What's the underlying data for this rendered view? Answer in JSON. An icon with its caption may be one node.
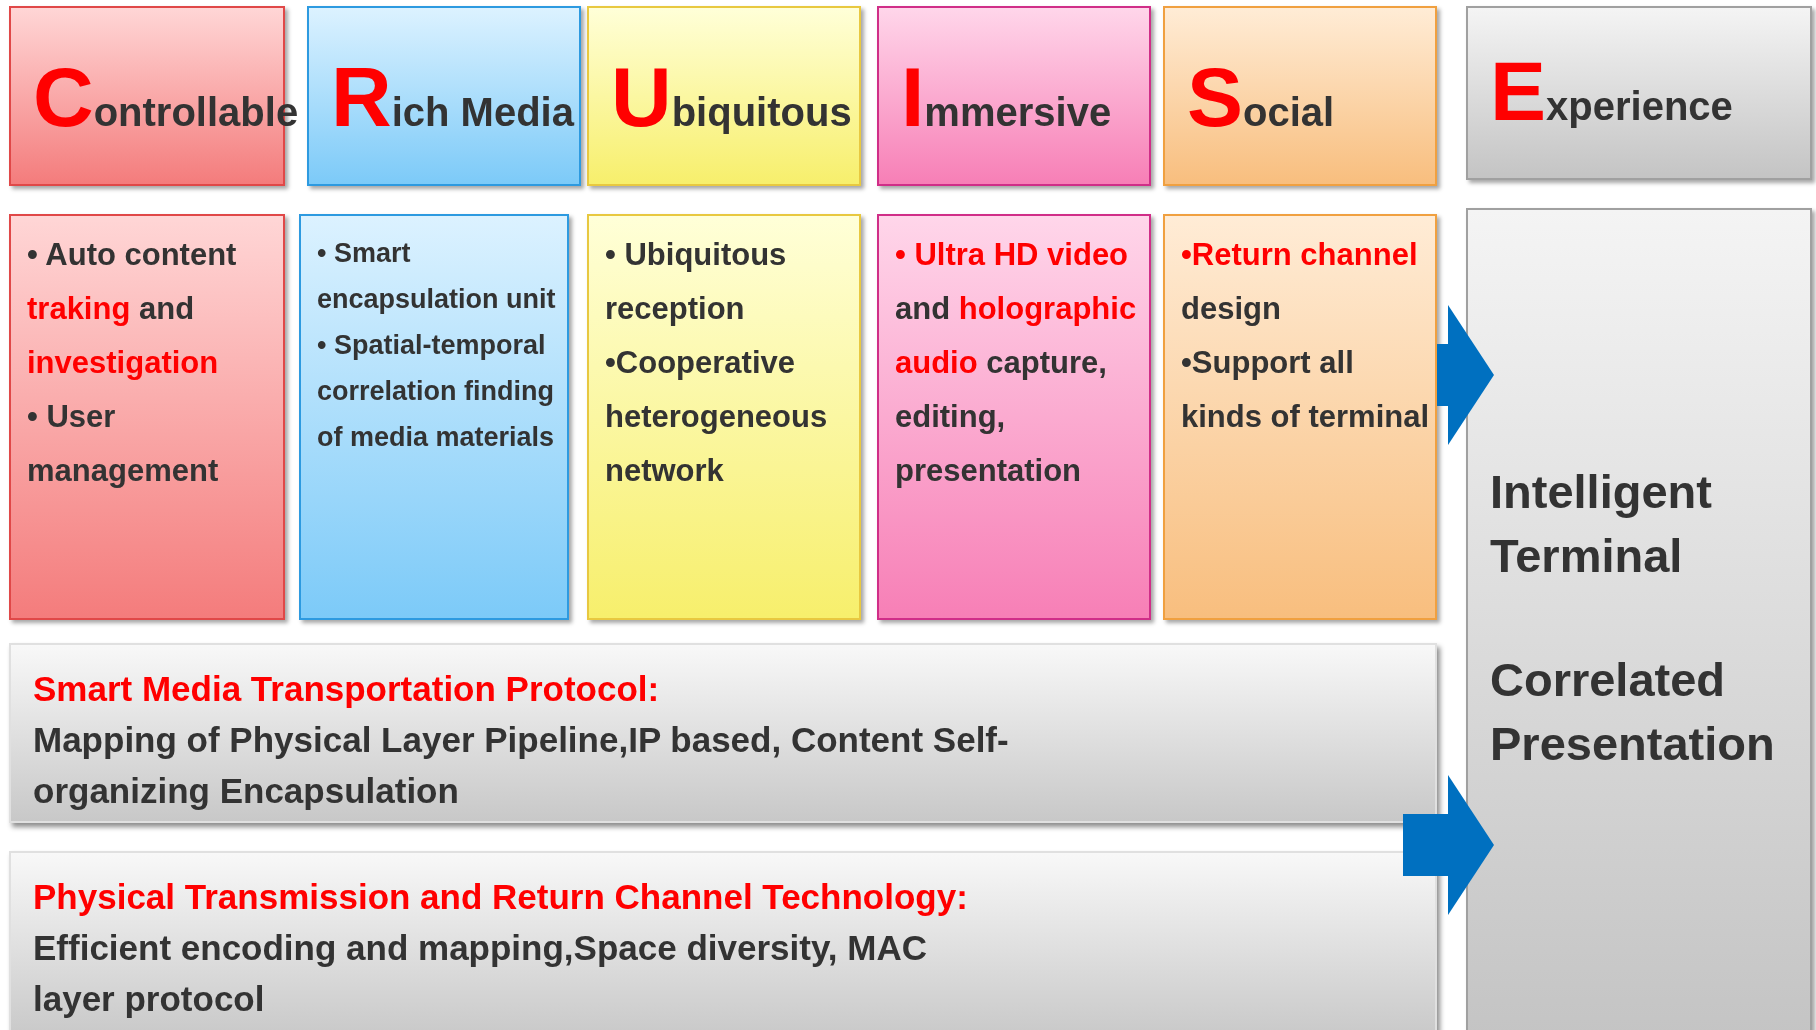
{
  "diagram": {
    "nodes": [
      {
        "text": [
          "Controllable"
        ]
      },
      {
        "text": [
          "Rich Media"
        ]
      },
      {
        "text": [
          "Ubiquitous"
        ]
      },
      {
        "text": [
          "Immersive"
        ]
      },
      {
        "text": [
          "Social"
        ]
      },
      {
        "text": [
          "Experience"
        ]
      },
      {
        "text": [
          "• Auto content **traking** and **investigation**",
          "• User management"
        ]
      },
      {
        "text": [
          "• Smart encapsulation unit",
          "• Spatial-temporal correlation finding of media materials"
        ]
      },
      {
        "text": [
          "• Ubiquitous reception",
          "•Cooperative heterogeneous network"
        ]
      },
      {
        "text": [
          "**• Ultra HD video** and **holographic audio** capture, editing, presentation"
        ]
      },
      {
        "text": [
          "**•Return channel** design",
          "•Support all kinds of terminal"
        ]
      },
      {
        "text": [
          "Intelligent Terminal",
          "Correlated Presentation"
        ]
      },
      {
        "text": [
          "Smart Media Transportation Protocol:",
          "Mapping of Physical Layer Pipeline,IP based, Content Self-organizing Encapsulation"
        ]
      },
      {
        "text": [
          "Physical Transmission and Return Channel Technology:",
          "Efficient encoding and mapping,Space diversity, MAC layer protocol"
        ]
      }
    ],
    "edges": [
      {
        "from": 10,
        "to": 11,
        "arrow": "to"
      },
      {
        "from": 13,
        "to": 11,
        "arrow": "to"
      }
    ]
  }
}
